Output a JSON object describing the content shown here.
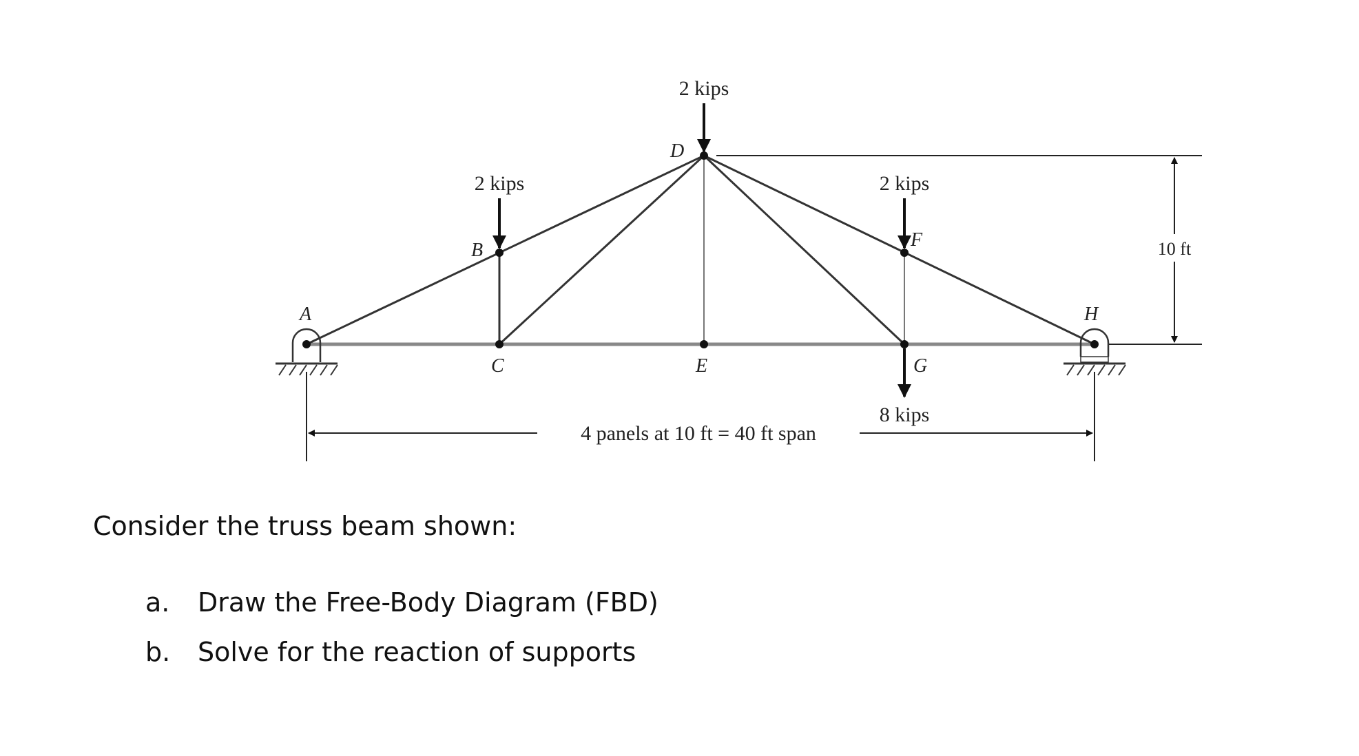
{
  "diagram": {
    "nodes": {
      "A": "A",
      "B": "B",
      "C": "C",
      "D": "D",
      "E": "E",
      "F": "F",
      "G": "G",
      "H": "H"
    },
    "loads": {
      "D": "2 kips",
      "B": "2 kips",
      "F": "2 kips",
      "G": "8 kips"
    },
    "height_dim": "10 ft",
    "span_dim": "4 panels at 10 ft = 40 ft span"
  },
  "problem": {
    "intro": "Consider the truss beam shown:",
    "items": [
      {
        "marker": "a.",
        "text": "Draw the Free-Body Diagram (FBD)"
      },
      {
        "marker": "b.",
        "text": "Solve for the reaction of supports"
      }
    ]
  }
}
